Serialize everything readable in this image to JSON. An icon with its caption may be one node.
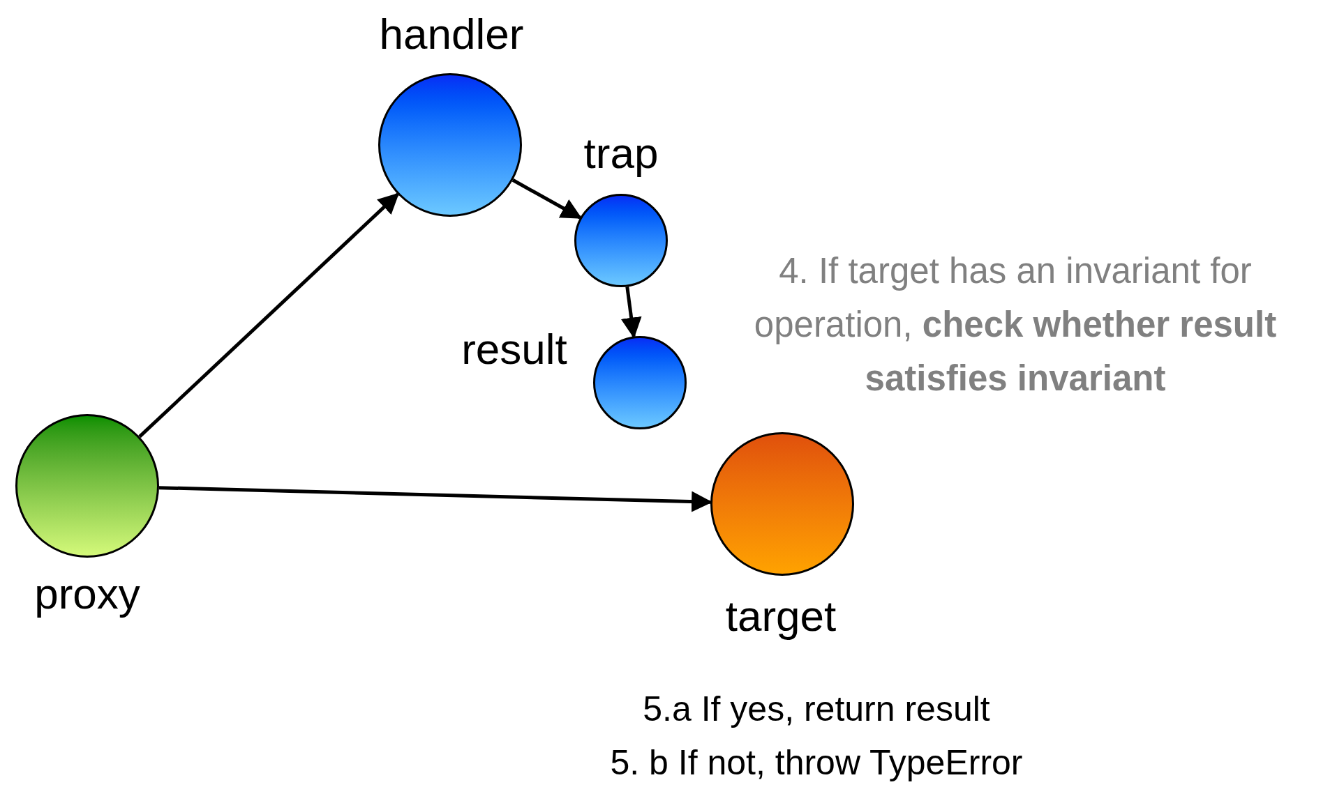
{
  "diagram": {
    "nodes": [
      {
        "text": [
          "handler"
        ]
      },
      {
        "text": [
          "trap"
        ]
      },
      {
        "text": [
          "result"
        ]
      },
      {
        "text": [
          "proxy"
        ]
      },
      {
        "text": [
          "target"
        ]
      }
    ],
    "edges": [
      {
        "from": 3,
        "to": 0,
        "arrow": "to"
      },
      {
        "from": 0,
        "to": 1,
        "arrow": "to"
      },
      {
        "from": 1,
        "to": 2,
        "arrow": "to"
      },
      {
        "from": 3,
        "to": 4,
        "arrow": "to"
      }
    ],
    "labels": [
      "4. If target has an invariant for operation, **check whether result satisfies invariant**",
      "5.a If yes, return result",
      "5. b If not, throw TypeError"
    ]
  }
}
